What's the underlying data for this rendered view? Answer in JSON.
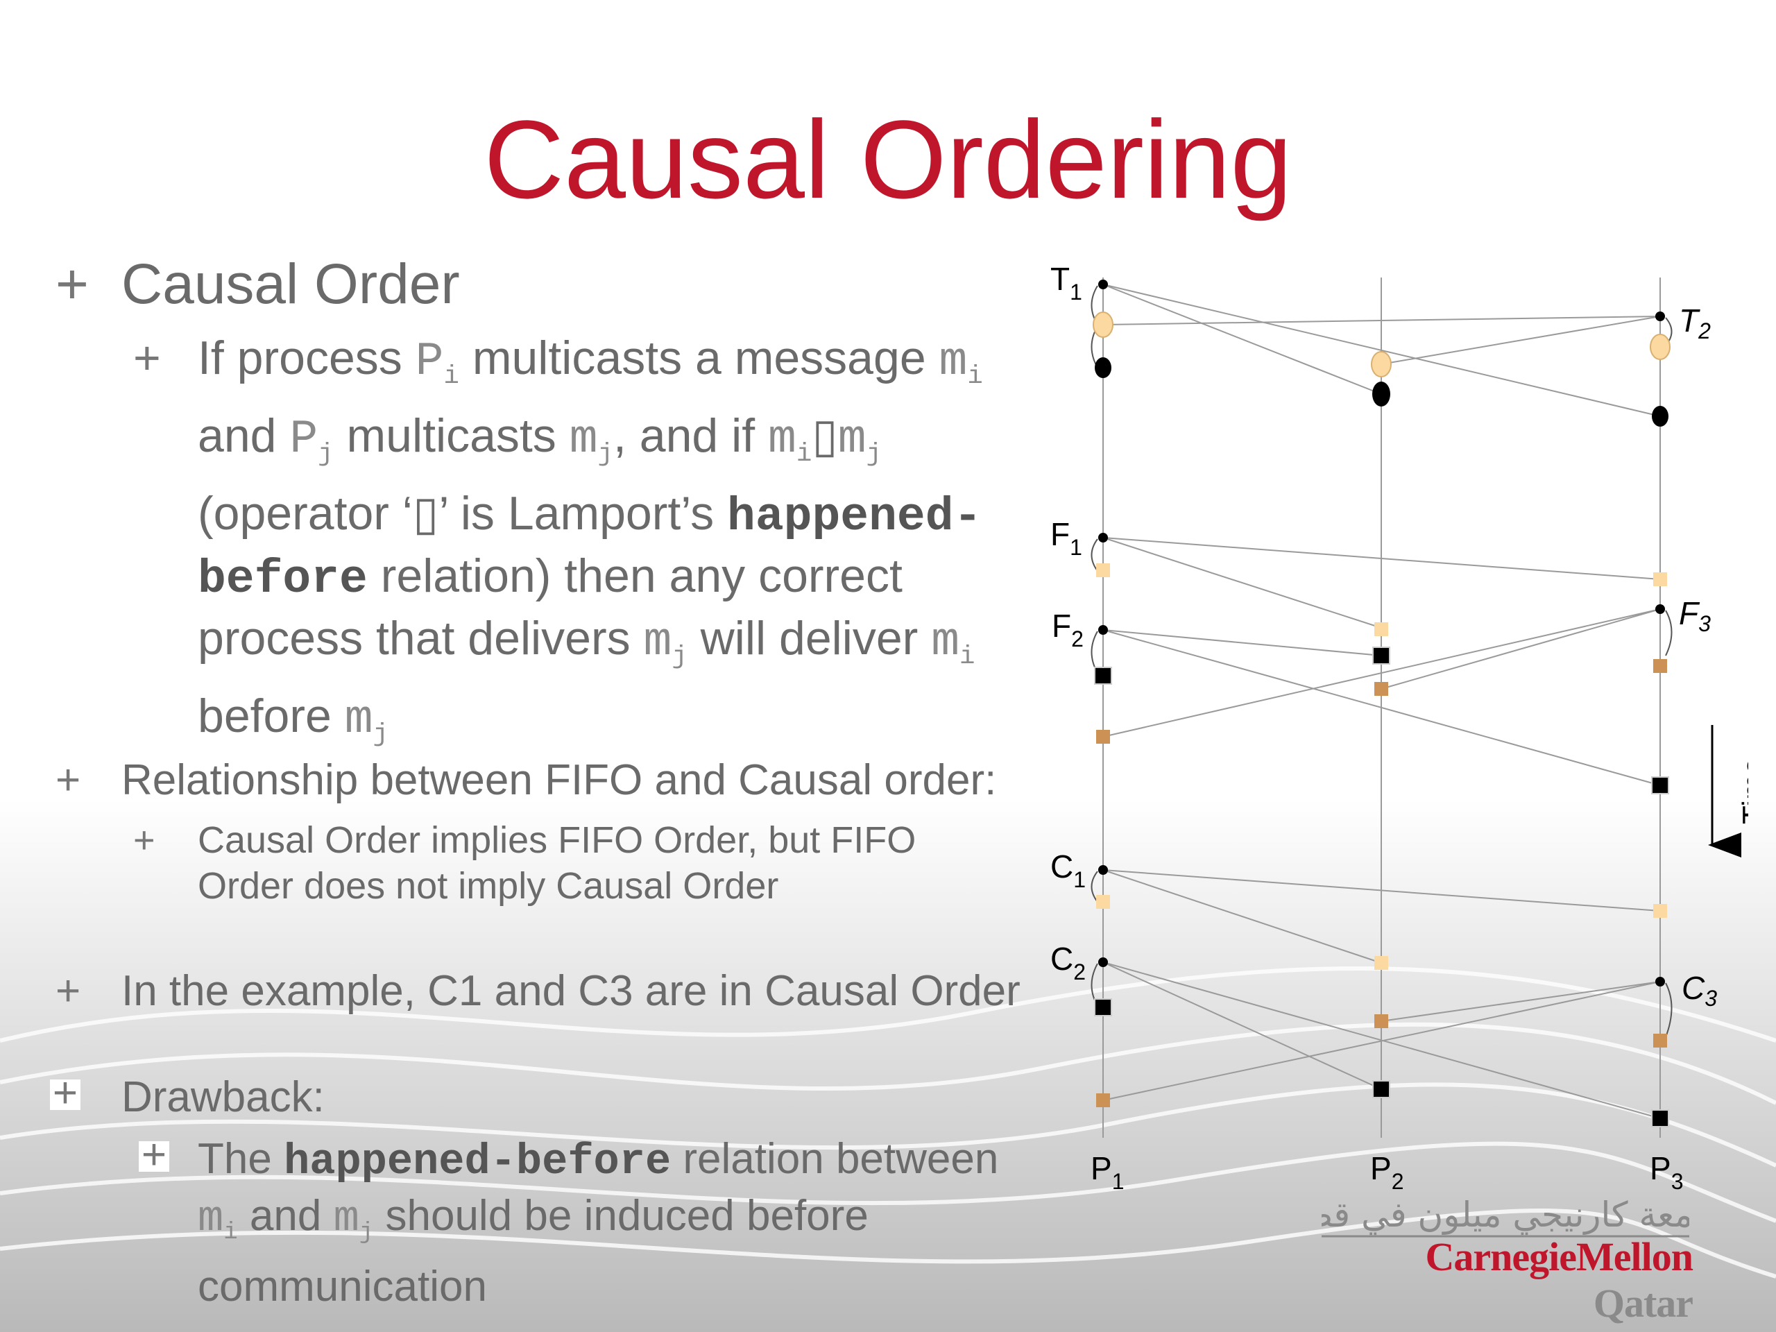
{
  "title": "Causal Ordering",
  "bullets": {
    "b1": {
      "marker": "+",
      "label": "Causal Order",
      "sub": {
        "marker": "+",
        "t1": "If process ",
        "p_i": "P",
        "i": "i",
        "t2": " multicasts a message ",
        "m": "m",
        "j": "j",
        "t3": "and ",
        "p_j": "P",
        "t4": " multicasts ",
        "t5": ", and if ",
        "op": "▯",
        "t6": "(operator ‘",
        "t7": "’ is Lamport’s ",
        "hb1": "happened-",
        "hb2": "before",
        "t8": " relation) then any correct",
        "t9": "process that delivers ",
        "t10": " will deliver ",
        "t11": "before "
      }
    },
    "b2": {
      "marker": "+",
      "label": "Relationship between FIFO and Causal order:",
      "sub": {
        "marker": "+",
        "line1": "Causal Order implies FIFO Order, but FIFO",
        "line2": "Order does not imply Causal Order"
      }
    },
    "b3": {
      "marker": "+",
      "label": "In the example, C1 and C3 are in Causal Order"
    },
    "b4": {
      "marker": "+",
      "label": "Drawback:",
      "sub": {
        "marker": "+",
        "t1": "The ",
        "hb": "happened-before",
        "t2": " relation between",
        "t3": " and ",
        "t4": " should be induced before",
        "line3": "communication"
      }
    }
  },
  "diagram": {
    "processes": [
      {
        "name": "P",
        "sub": "1"
      },
      {
        "name": "P",
        "sub": "2"
      },
      {
        "name": "P",
        "sub": "3"
      }
    ],
    "labels": [
      {
        "name": "T",
        "sub": "1"
      },
      {
        "name": "T",
        "sub": "2"
      },
      {
        "name": "F",
        "sub": "1"
      },
      {
        "name": "F",
        "sub": "2"
      },
      {
        "name": "F",
        "sub": "3"
      },
      {
        "name": "C",
        "sub": "1"
      },
      {
        "name": "C",
        "sub": "2"
      },
      {
        "name": "C",
        "sub": "3"
      }
    ],
    "time_label": "Time",
    "colors": {
      "light_orange": "#fbd9a0",
      "tan": "#cc9255",
      "black": "#000000",
      "line": "#9a9a9a"
    }
  },
  "logo": {
    "arabic": "جامعة كارنيجي ميلون في قطر",
    "name1": "Carnegie",
    "name2": "Mellon",
    "name3": "Qatar"
  }
}
